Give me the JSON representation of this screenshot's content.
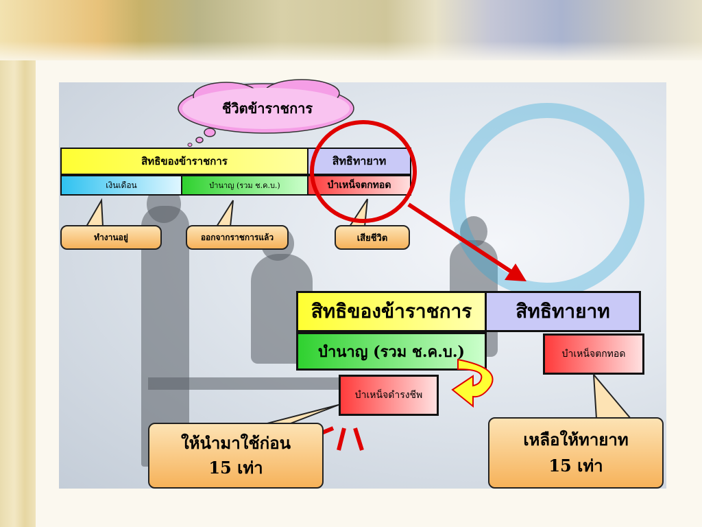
{
  "thought_title": "ชีวิตข้าราชการ",
  "top_diagram": {
    "header_left": "สิทธิของข้าราชการ",
    "header_right": "สิทธิทายาท",
    "cell_salary": "เงินเดือน",
    "cell_pension": "บำนาญ (รวม ช.ค.บ.)",
    "cell_death": "บำเหน็จตกทอด"
  },
  "callouts_top": {
    "working": "ทำงานอยู่",
    "retired": "ออกจากราชการแล้ว",
    "deceased": "เสียชีวิต"
  },
  "bottom_diagram": {
    "header_left": "สิทธิของข้าราชการ",
    "header_right": "สิทธิทายาท",
    "pension": "บำนาญ (รวม ช.ค.บ.)",
    "death_gratuity": "บำเหน็จตกทอด",
    "living_gratuity": "บำเหน็จดำรงชีพ"
  },
  "callout_bottom_left": {
    "line1": "ให้นำมาใช้ก่อน",
    "line2": "15 เท่า"
  },
  "callout_bottom_right": {
    "line1": "เหลือให้ทายาท",
    "line2": "15 เท่า"
  },
  "colors": {
    "yellow": "#ffff33",
    "lavender": "#c9c9f7",
    "red_box": "#ff3b3b",
    "green": "#2fd12f",
    "cyan": "#2fc2f0",
    "callout": "#f6b25a",
    "cloud": "#f59ee6",
    "highlight_red": "#e00000"
  }
}
